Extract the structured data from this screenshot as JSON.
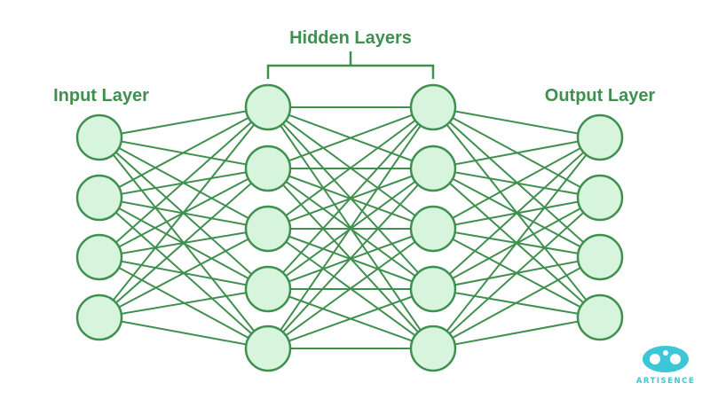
{
  "labels": {
    "input": "Input Layer",
    "hidden": "Hidden Layers",
    "output": "Output Layer"
  },
  "layers": [
    {
      "name": "input",
      "nodes": 4
    },
    {
      "name": "hidden-1",
      "nodes": 5
    },
    {
      "name": "hidden-2",
      "nodes": 5
    },
    {
      "name": "output",
      "nodes": 4
    }
  ],
  "connectivity": "fully-connected",
  "colors": {
    "stroke": "#3f8f4e",
    "node_fill": "#d6f5dc",
    "label": "#3f8f4e",
    "logo": "#3cc6d6"
  },
  "logo": {
    "text": "ARTISENCE",
    "icon": "artisence-logo-icon"
  }
}
